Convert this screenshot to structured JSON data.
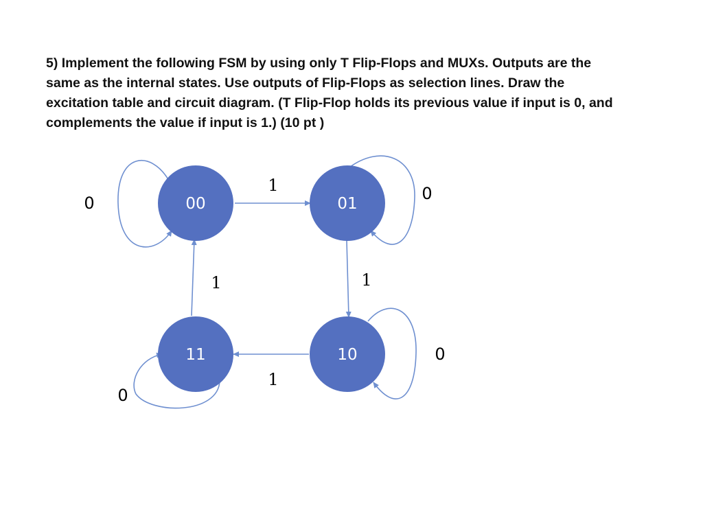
{
  "question": {
    "lines": [
      "5) Implement the following FSM by using only T Flip-Flops and MUXs. Outputs are the",
      "same as the internal states. Use outputs of Flip-Flops as selection lines. Draw the",
      "excitation table and circuit diagram. (T Flip-Flop holds its previous value if input is 0, and",
      "complements the value if input is 1.) (10 pt )"
    ]
  },
  "fsm": {
    "colors": {
      "state_fill": "#5470C0",
      "arrow": "#6E8FD0"
    },
    "states": [
      "00",
      "01",
      "10",
      "11"
    ],
    "transitions": [
      {
        "from": "00",
        "to": "01",
        "input": "1"
      },
      {
        "from": "01",
        "to": "10",
        "input": "1"
      },
      {
        "from": "10",
        "to": "11",
        "input": "1"
      },
      {
        "from": "11",
        "to": "00",
        "input": "1"
      }
    ],
    "self_loops": [
      {
        "state": "00",
        "input": "0"
      },
      {
        "state": "01",
        "input": "0"
      },
      {
        "state": "10",
        "input": "0"
      },
      {
        "state": "11",
        "input": "0"
      }
    ]
  }
}
